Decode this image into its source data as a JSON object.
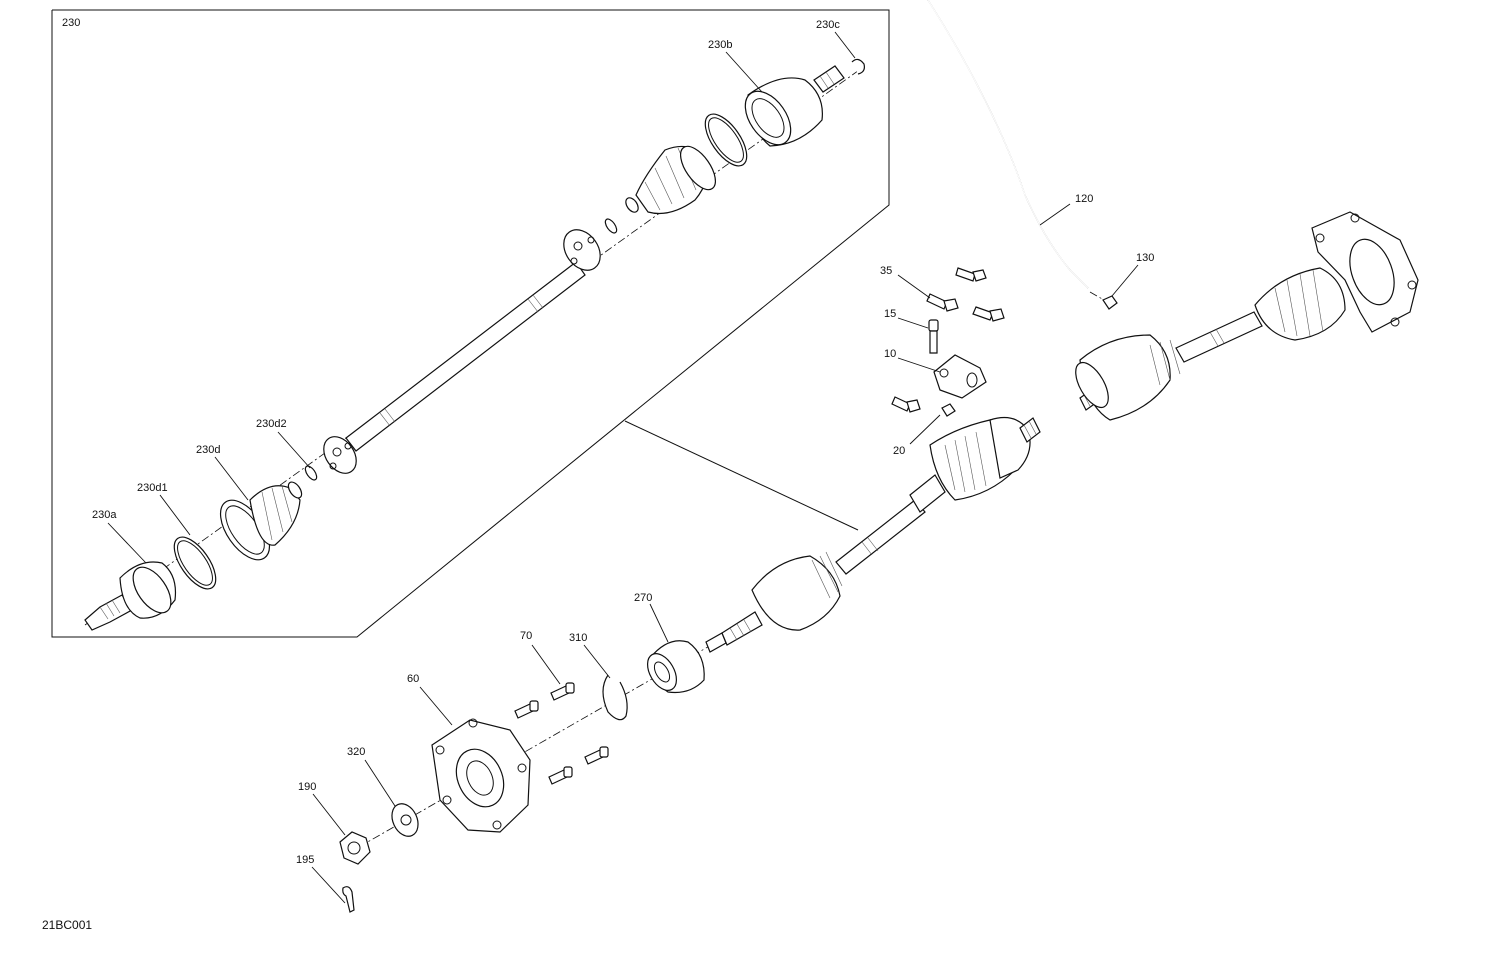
{
  "diagram": {
    "inset_label": "230",
    "drawing_code": "21BC001",
    "callouts": {
      "c230a": "230a",
      "c230b": "230b",
      "c230c": "230c",
      "c230d": "230d",
      "c230d1": "230d1",
      "c230d2": "230d2",
      "c10": "10",
      "c15": "15",
      "c20": "20",
      "c35": "35",
      "c60": "60",
      "c70": "70",
      "c120": "120",
      "c130": "130",
      "c190": "190",
      "c195": "195",
      "c270": "270",
      "c310": "310",
      "c320": "320"
    }
  }
}
